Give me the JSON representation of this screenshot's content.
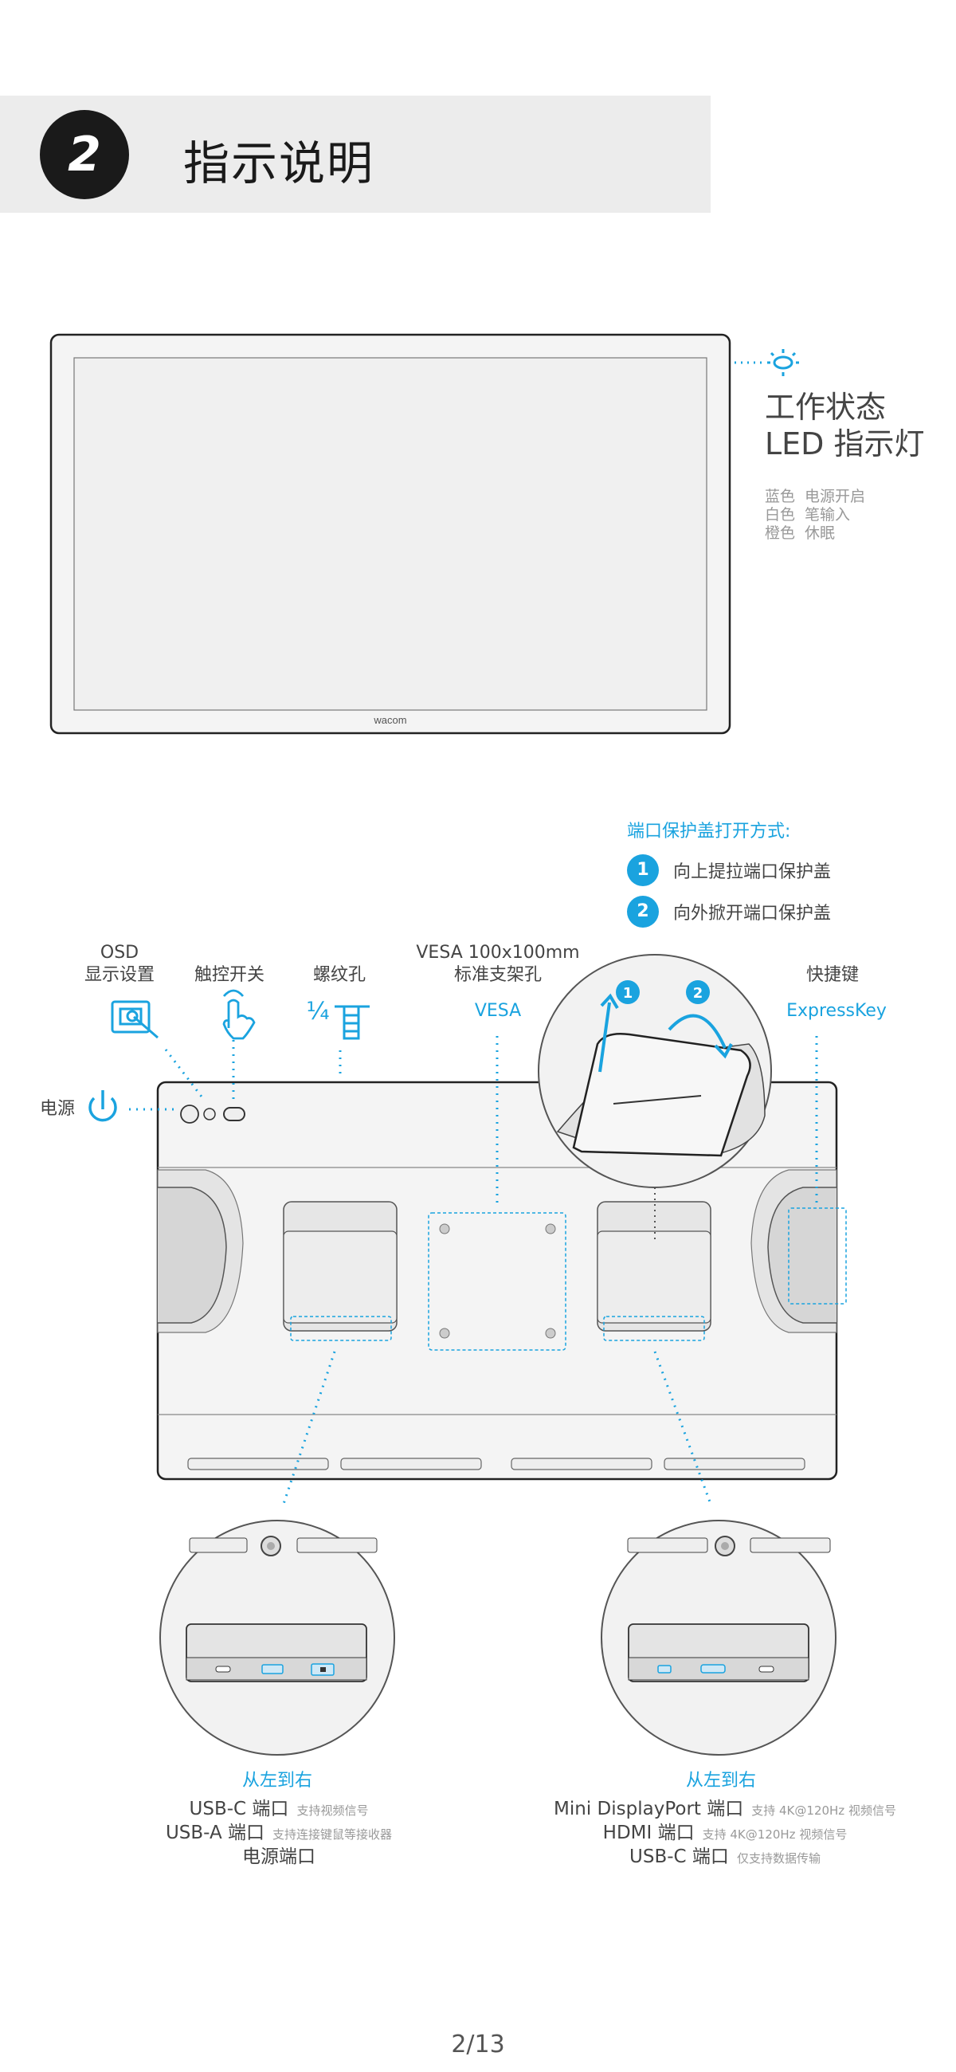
{
  "header": {
    "step_number": "2",
    "title": "指示说明"
  },
  "monitor": {
    "brand": "wacom"
  },
  "led": {
    "title_line1": "工作状态",
    "title_line2": "LED 指示灯",
    "legend": [
      {
        "color": "蓝色",
        "meaning": "电源开启"
      },
      {
        "color": "白色",
        "meaning": "笔输入"
      },
      {
        "color": "橙色",
        "meaning": "休眠"
      }
    ]
  },
  "port_cover": {
    "title": "端口保护盖打开方式:",
    "steps": [
      {
        "num": "1",
        "text": "向上提拉端口保护盖"
      },
      {
        "num": "2",
        "text": "向外掀开端口保护盖"
      }
    ]
  },
  "rear_labels": {
    "osd_line1": "OSD",
    "osd_line2": "显示设置",
    "touch": "触控开关",
    "thread": "螺纹孔",
    "vesa_line1": "VESA 100x100mm",
    "vesa_line2": "标准支架孔",
    "vesa_blue": "VESA",
    "expresskey_title": "快捷键",
    "expresskey_blue": "ExpressKey",
    "power": "电源",
    "thread_fraction": "¼"
  },
  "ports_left": {
    "title": "从左到右",
    "rows": [
      {
        "name": "USB-C 端口",
        "note": "支持视频信号"
      },
      {
        "name": "USB-A 端口",
        "note": "支持连接键鼠等接收器"
      },
      {
        "name": "电源端口",
        "note": ""
      }
    ]
  },
  "ports_right": {
    "title": "从左到右",
    "rows": [
      {
        "name": "Mini DisplayPort 端口",
        "note": "支持 4K@120Hz 视频信号"
      },
      {
        "name": "HDMI 端口",
        "note": "支持 4K@120Hz 视频信号"
      },
      {
        "name": "USB-C 端口",
        "note": "仅支持数据传输"
      }
    ]
  },
  "footer": {
    "page": "2/13"
  },
  "colors": {
    "accent": "#1aa3df",
    "header_band": "#ececec",
    "dark": "#1a1a1a"
  }
}
